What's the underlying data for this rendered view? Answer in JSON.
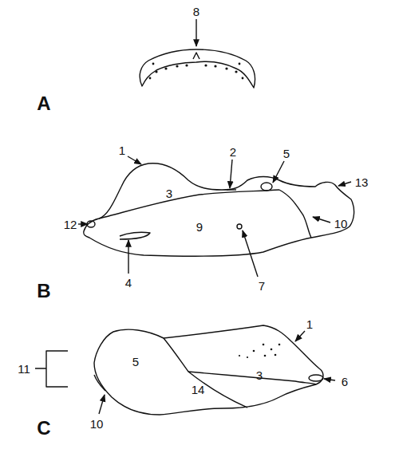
{
  "diagram": {
    "labels": [
      "8",
      "A",
      "1",
      "2",
      "5",
      "13",
      "3",
      "12",
      "9",
      "10",
      "4",
      "7",
      "B",
      "1",
      "11",
      "5",
      "3",
      "6",
      "10",
      "14",
      "C"
    ]
  }
}
